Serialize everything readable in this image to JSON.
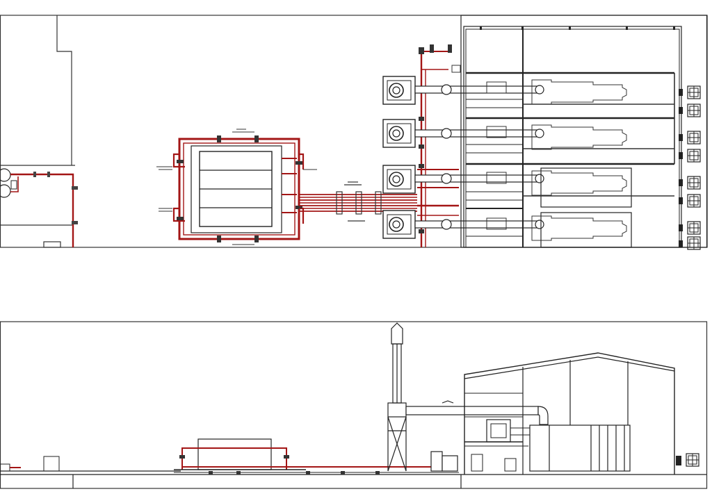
{
  "drawing": {
    "type": "engineering-cad-drawing",
    "views": [
      {
        "name": "plan-view",
        "description_label": ""
      },
      {
        "name": "elevation-view",
        "description_label": ""
      }
    ],
    "colors": {
      "line": "#222222",
      "pipe": "#a31515",
      "background": "#ffffff"
    },
    "plan": {
      "engine_bay_count": 4,
      "heat_exchanger_count": 4,
      "radiator_fan_count": 8
    },
    "elevation": {
      "has_stack": true,
      "building_roof": "gable"
    }
  }
}
